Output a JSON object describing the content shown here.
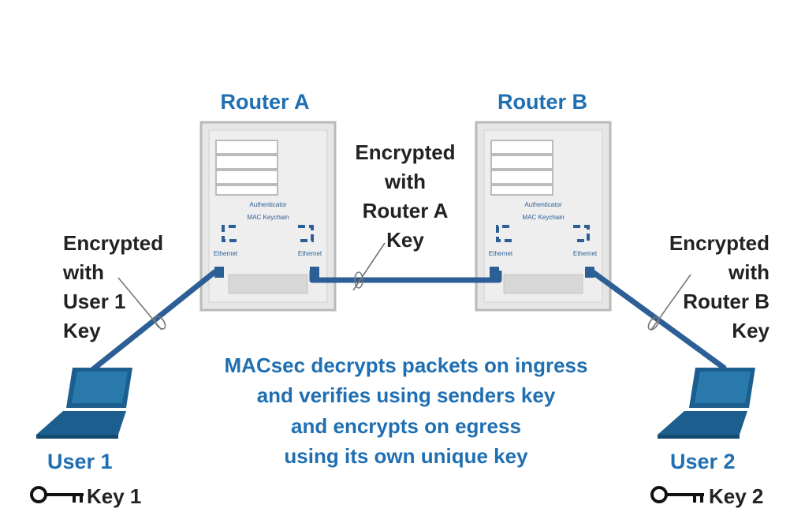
{
  "routers": {
    "a": {
      "title": "Router A",
      "panel_label": "Authenticator",
      "inner_label": "MAC Keychain",
      "port_left": "Ethernet",
      "port_right": "Ethernet"
    },
    "b": {
      "title": "Router B",
      "panel_label": "Authenticator",
      "inner_label": "MAC Keychain",
      "port_left": "Ethernet",
      "port_right": "Ethernet"
    }
  },
  "links": {
    "left": [
      "Encrypted",
      "with",
      "User 1",
      "Key"
    ],
    "middle": [
      "Encrypted",
      "with",
      "Router A",
      "Key"
    ],
    "right": [
      "Encrypted",
      "with",
      "Router B",
      "Key"
    ]
  },
  "message": [
    "MACsec decrypts packets on ingress",
    "and verifies using senders key",
    "and encrypts on egress",
    "using its own unique key"
  ],
  "users": {
    "user1": {
      "name": "User 1",
      "key_label": "Key 1"
    },
    "user2": {
      "name": "User 2",
      "key_label": "Key 2"
    }
  },
  "colors": {
    "blue": "#1f6fb2",
    "link": "#2d5f97",
    "router_body": "#e6e6e6",
    "router_border": "#b9b9b9",
    "laptop": "#1c5f8f"
  }
}
